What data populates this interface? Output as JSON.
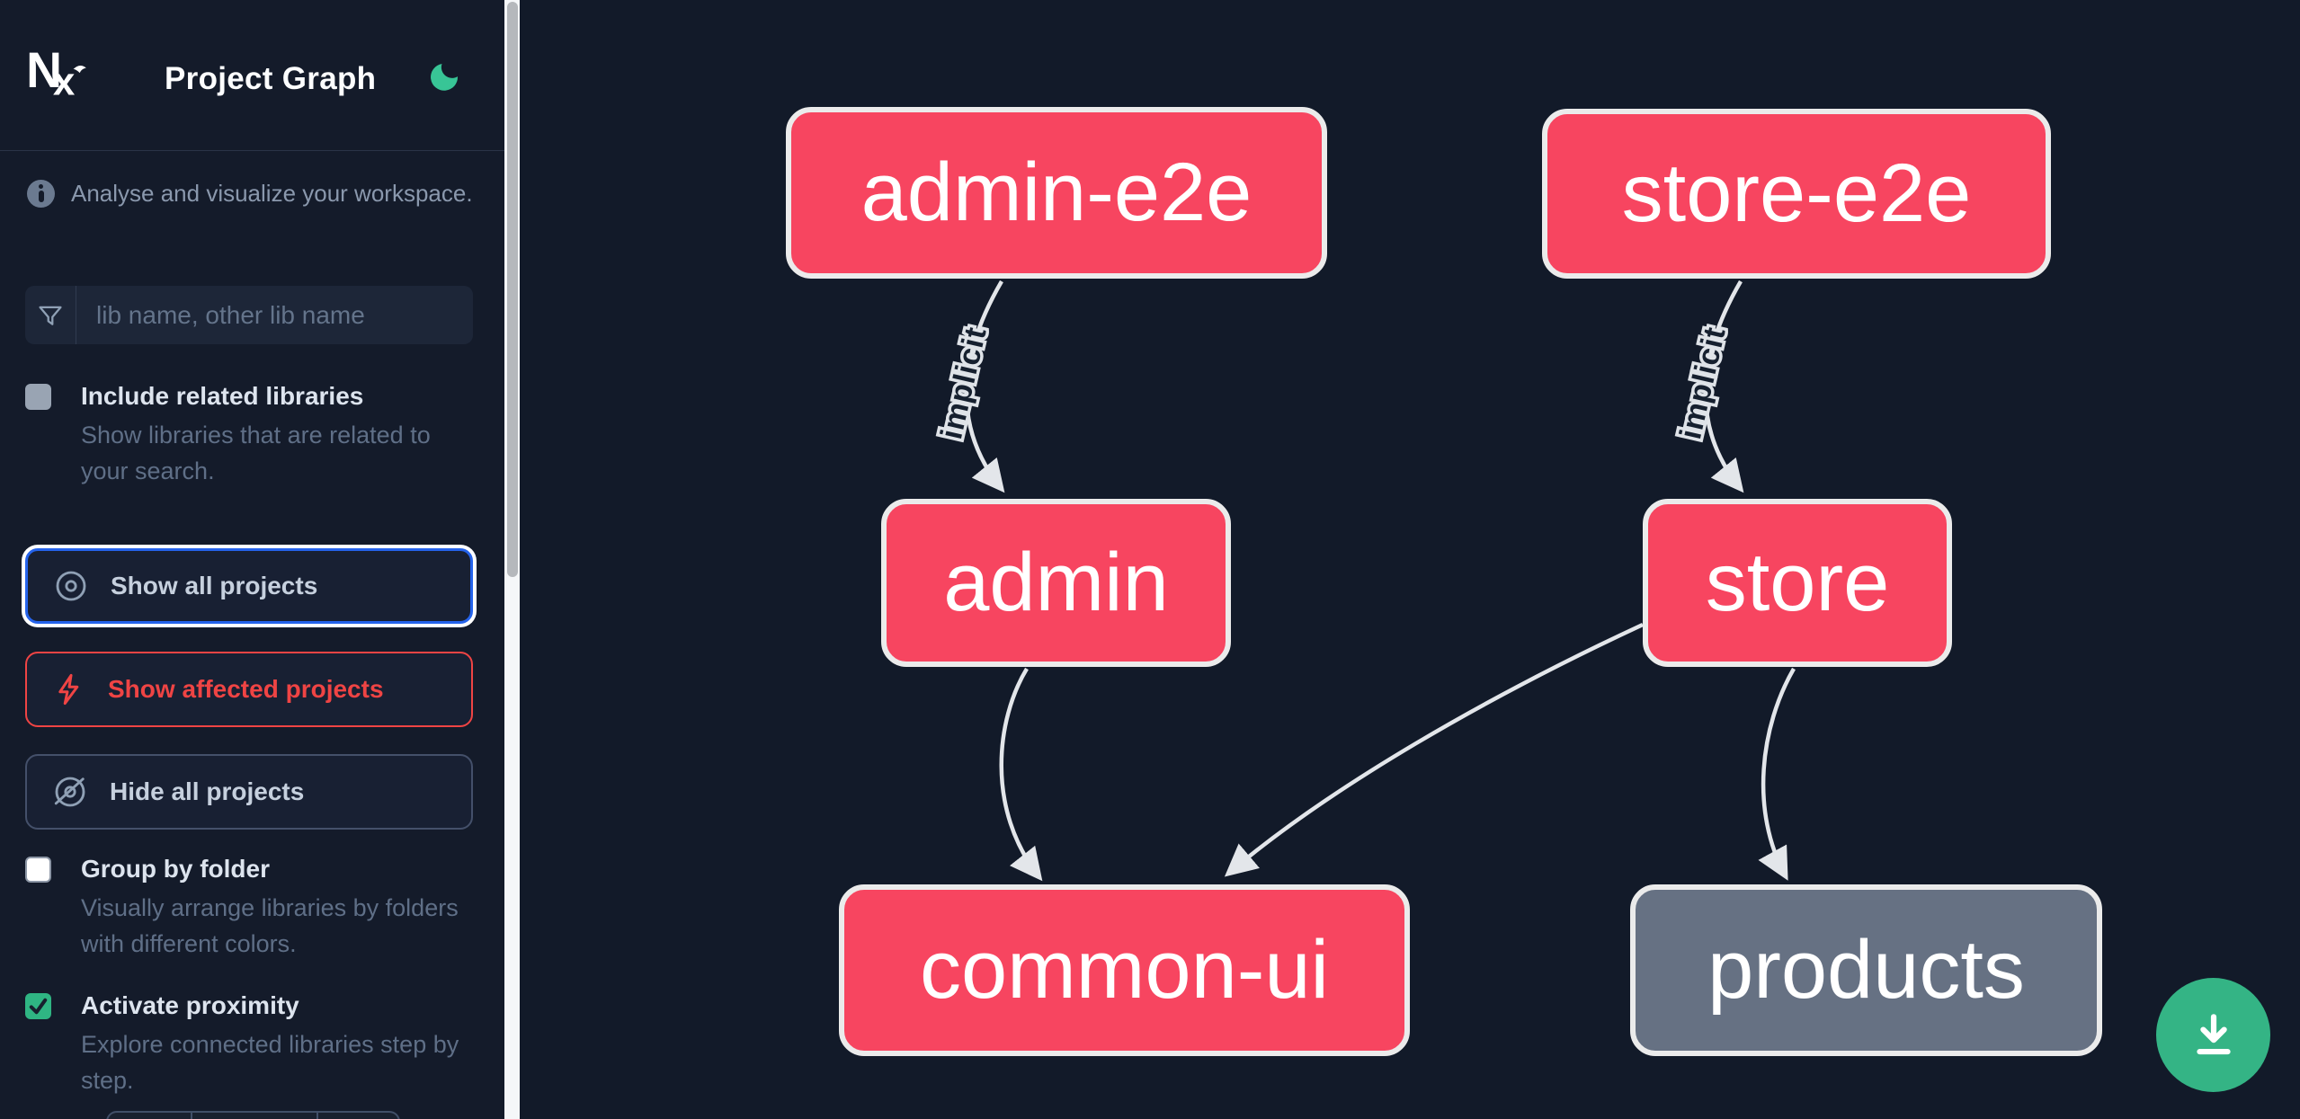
{
  "header": {
    "title": "Project Graph",
    "logo_text": "Nx",
    "theme_toggle_icon": "moon-icon"
  },
  "sidebar": {
    "tagline": "Analyse and visualize your workspace.",
    "search": {
      "placeholder": "lib name, other lib name",
      "icon": "filter-funnel-icon"
    },
    "options": [
      {
        "label": "Include related libraries",
        "description": "Show libraries that are related to your search.",
        "checked": false,
        "disabled": true
      },
      {
        "label": "Group by folder",
        "description": "Visually arrange libraries by folders with different colors.",
        "checked": false,
        "disabled": false
      },
      {
        "label": "Activate proximity",
        "description": "Explore connected libraries step by step.",
        "checked": true,
        "disabled": false
      }
    ],
    "buttons": [
      {
        "label": "Show all projects",
        "icon": "eye-icon",
        "state": "focused"
      },
      {
        "label": "Show affected projects",
        "icon": "lightning-bolt-icon",
        "state": "danger"
      },
      {
        "label": "Hide all projects",
        "icon": "eye-off-icon",
        "state": "plain"
      }
    ]
  },
  "graph": {
    "nodes": [
      {
        "id": "admin-e2e",
        "label": "admin-e2e",
        "type": "affected"
      },
      {
        "id": "store-e2e",
        "label": "store-e2e",
        "type": "affected"
      },
      {
        "id": "admin",
        "label": "admin",
        "type": "affected"
      },
      {
        "id": "store",
        "label": "store",
        "type": "affected"
      },
      {
        "id": "common-ui",
        "label": "common-ui",
        "type": "affected"
      },
      {
        "id": "products",
        "label": "products",
        "type": "normal"
      }
    ],
    "edges": [
      {
        "source": "admin-e2e",
        "target": "admin",
        "label": "implicit"
      },
      {
        "source": "store-e2e",
        "target": "store",
        "label": "implicit"
      },
      {
        "source": "admin",
        "target": "common-ui",
        "label": ""
      },
      {
        "source": "store",
        "target": "common-ui",
        "label": ""
      },
      {
        "source": "store",
        "target": "products",
        "label": ""
      }
    ]
  },
  "fab": {
    "icon": "download-icon"
  },
  "colors": {
    "affected_node": "#f74560",
    "normal_node": "#667183",
    "edge": "#e3e6ea",
    "focus_ring": "#2563eb",
    "danger": "#ef4444",
    "success_green": "#2fb583",
    "moon_green": "#38c596",
    "fab_green": "#34b485"
  }
}
